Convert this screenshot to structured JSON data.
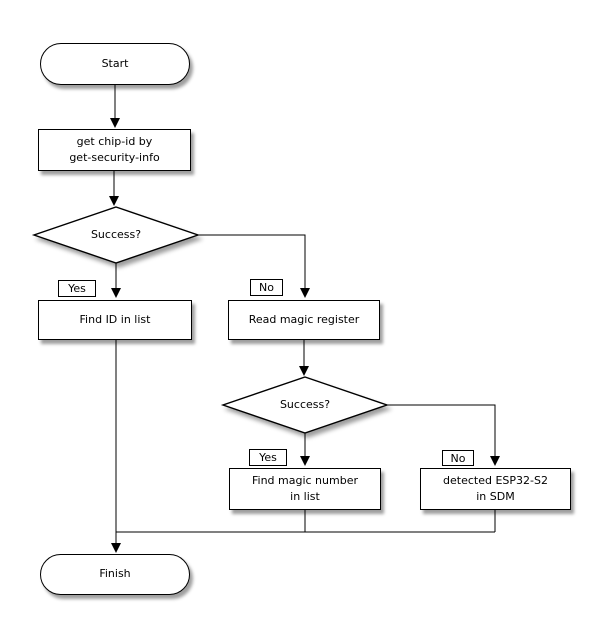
{
  "diagram": {
    "type": "flowchart",
    "nodes": {
      "start": "Start",
      "get_chip_id": "get chip-id by\nget-security-info",
      "decision1": "Success?",
      "label_yes1": "Yes",
      "label_no1": "No",
      "find_id": "Find ID in list",
      "read_magic": "Read magic register",
      "decision2": "Success?",
      "label_yes2": "Yes",
      "label_no2": "No",
      "find_magic": "Find magic number\nin list",
      "detected_sdm": "detected ESP32-S2\nin SDM",
      "finish": "Finish"
    },
    "colors": {
      "stroke": "#000000",
      "node_fill": "#ffffff",
      "background": "#ffffff",
      "shadow": "rgba(0,0,0,0.38)"
    }
  }
}
